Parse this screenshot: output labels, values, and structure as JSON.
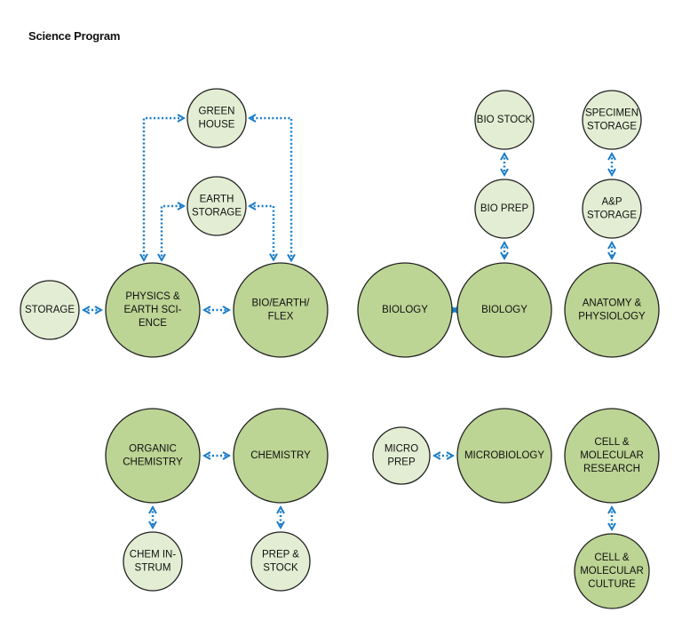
{
  "title": "Science Program",
  "colors": {
    "large_fill": "#bcd494",
    "small_fill": "#e3edd3",
    "stroke": "#222222",
    "arrow": "#1a7dc8"
  },
  "nodes": {
    "greenhouse": {
      "lines": [
        "GREEN",
        "HOUSE"
      ]
    },
    "earth_storage": {
      "lines": [
        "EARTH",
        "STORAGE"
      ]
    },
    "storage": {
      "lines": [
        "STORAGE"
      ]
    },
    "physics": {
      "lines": [
        "PHYSICS &",
        "EARTH SCI-",
        "ENCE"
      ]
    },
    "bio_earth_flex": {
      "lines": [
        "BIO/EARTH/",
        "FLEX"
      ]
    },
    "bio_stock": {
      "lines": [
        "BIO STOCK"
      ]
    },
    "bio_prep": {
      "lines": [
        "BIO PREP"
      ]
    },
    "biology_1": {
      "lines": [
        "BIOLOGY"
      ]
    },
    "biology_2": {
      "lines": [
        "BIOLOGY"
      ]
    },
    "specimen_storage": {
      "lines": [
        "SPECIMEN",
        "STORAGE"
      ]
    },
    "ap_storage": {
      "lines": [
        "A&P",
        "STORAGE"
      ]
    },
    "anatomy": {
      "lines": [
        "ANATOMY &",
        "PHYSIOLOGY"
      ]
    },
    "organic": {
      "lines": [
        "ORGANIC",
        "CHEMISTRY"
      ]
    },
    "chemistry": {
      "lines": [
        "CHEMISTRY"
      ]
    },
    "chem_instrum": {
      "lines": [
        "CHEM IN-",
        "STRUM"
      ]
    },
    "prep_stock": {
      "lines": [
        "PREP &",
        "STOCK"
      ]
    },
    "micro_prep": {
      "lines": [
        "MICRO",
        "PREP"
      ]
    },
    "microbiology": {
      "lines": [
        "MICROBIOLOGY"
      ]
    },
    "cell_research": {
      "lines": [
        "CELL &",
        "MOLECULAR",
        "RESEARCH"
      ]
    },
    "cell_culture": {
      "lines": [
        "CELL &",
        "MOLECULAR",
        "CULTURE"
      ]
    }
  },
  "connections": [
    [
      "storage",
      "physics"
    ],
    [
      "physics",
      "bio_earth_flex"
    ],
    [
      "physics",
      "greenhouse"
    ],
    [
      "physics",
      "earth_storage"
    ],
    [
      "bio_earth_flex",
      "greenhouse"
    ],
    [
      "bio_earth_flex",
      "earth_storage"
    ],
    [
      "bio_stock",
      "bio_prep"
    ],
    [
      "bio_prep",
      "biology_2"
    ],
    [
      "biology_1",
      "biology_2"
    ],
    [
      "specimen_storage",
      "ap_storage"
    ],
    [
      "ap_storage",
      "anatomy"
    ],
    [
      "organic",
      "chemistry"
    ],
    [
      "organic",
      "chem_instrum"
    ],
    [
      "chemistry",
      "prep_stock"
    ],
    [
      "micro_prep",
      "microbiology"
    ],
    [
      "cell_research",
      "cell_culture"
    ]
  ]
}
